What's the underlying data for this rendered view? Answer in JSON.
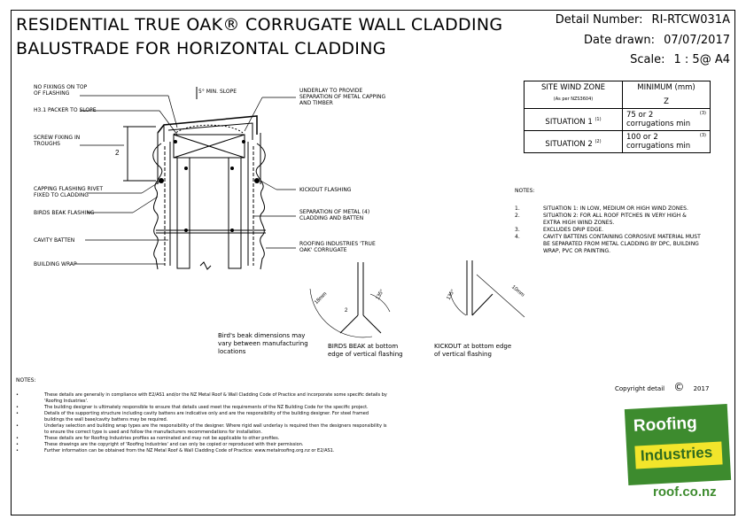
{
  "header": {
    "title_line1": "RESIDENTIAL TRUE OAK® CORRUGATE WALL CLADDING",
    "title_line2": "BALUSTRADE FOR HORIZONTAL CLADDING",
    "detail_number_label": "Detail Number:",
    "detail_number": "RI-RTCW031A",
    "date_label": "Date drawn:",
    "date": "07/07/2017",
    "scale_label": "Scale:",
    "scale": "1 : 5@ A4"
  },
  "labels": {
    "no_fixings": "NO FIXINGS ON TOP OF FLASHING",
    "packer": "H3.1 PACKER TO SLOPE",
    "slope": "5° min. slope",
    "underlay": "UNDERLAY TO PROVIDE SEPARATION OF METAL CAPPING AND TIMBER",
    "screw_fixing": "SCREW FIXING IN TROUGHS",
    "dim_2": "2",
    "capping_rivet": "CAPPING FLASHING RIVET FIXED TO CLADDING",
    "kickout_flashing": "KICKOUT FLASHING",
    "birds_beak_flashing": "BIRDS BEAK FLASHING",
    "separation": "SEPARATION OF METAL (4) CLADDING AND BATTEN",
    "cavity_batten": "CAVITY BATTEN",
    "roofing_industries": "ROOFING INDUSTRIES 'TRUE OAK' CORRUGATE",
    "building_wrap": "BUILDING WRAP",
    "dim_18": "18mm",
    "dim_135": "135°",
    "dim_2b": "2",
    "dim_10": "10mm",
    "dim_135b": "135°"
  },
  "captions": {
    "birds_beak_note": "Bird's beak dimensions may vary between manufacturing locations",
    "birds_beak": "BIRDS BEAK at bottom edge of vertical flashing",
    "kickout": "KICKOUT at bottom edge of vertical flashing"
  },
  "wind_table": {
    "header_zone": "SITE WIND ZONE",
    "header_zone_sub": "(As per NZS3604)",
    "header_min": "MINIMUM (mm)",
    "header_z": "Z",
    "rows": [
      {
        "situation": "SITUATION 1",
        "sup": "(1)",
        "value": "75 or 2",
        "value_sup": "(3)",
        "unit": "corrugations min"
      },
      {
        "situation": "SITUATION 2",
        "sup": "(2)",
        "value": "100 or 2",
        "value_sup": "(3)",
        "unit": "corrugations min"
      }
    ]
  },
  "right_notes": {
    "heading": "NOTES:",
    "items": [
      {
        "num": "1.",
        "text": "SITUATION 1: IN LOW, MEDIUM OR HIGH WIND ZONES."
      },
      {
        "num": "2.",
        "text": "SITUATION 2: FOR ALL ROOF PITCHES IN VERY HIGH & EXTRA HIGH WIND ZONES."
      },
      {
        "num": "3.",
        "text": "EXCLUDES DRIP EDGE."
      },
      {
        "num": "4.",
        "text": "CAVITY BATTENS CONTAINING CORROSIVE MATERIAL MUST BE SEPARATED FROM METAL CLADDING BY DPC, BUILDING WRAP, PVC OR PAINTING."
      }
    ]
  },
  "bottom_notes": {
    "heading": "NOTES:",
    "items": [
      "These details are generally in compliance with E2/AS1 and/or the NZ Metal Roof & Wall Cladding Code of Practice and incorporate some specific details by 'Roofing Industries'.",
      "The building designer is ultimately responsible to ensure that details used meet the requirements of the NZ Building Code for the specific project.",
      "Details of the supporting structure including cavity battens are indicative only and are the responsibility of the building designer. For steel framed buildings the wall base/cavity battens may be required.",
      "Underlay selection and building wrap types are the responsibility of the designer. Where rigid wall underlay is required then the designers responsibility is to ensure the correct type is used and follow the manufacturers recommendations for installation.",
      "These details are for Roofing Industries profiles as nominated and may not be applicable to other profiles.",
      "These drawings are the copyright of 'Roofing Industries' and can only be copied or reproduced with their permission.",
      "Further information can be obtained from the NZ Metal Roof & Wall Cladding Code of Practice: www.metalroofing.org.nz or E2/AS1."
    ],
    "bullet": "•"
  },
  "copyright": {
    "text": "Copyright detail",
    "symbol": "©",
    "year": "2017"
  },
  "logo": {
    "word1": "Roofing",
    "word2": "Industries",
    "url": "roof.co.nz",
    "colors": {
      "green": "#3d8b2e",
      "yellow": "#f2e52b"
    }
  }
}
